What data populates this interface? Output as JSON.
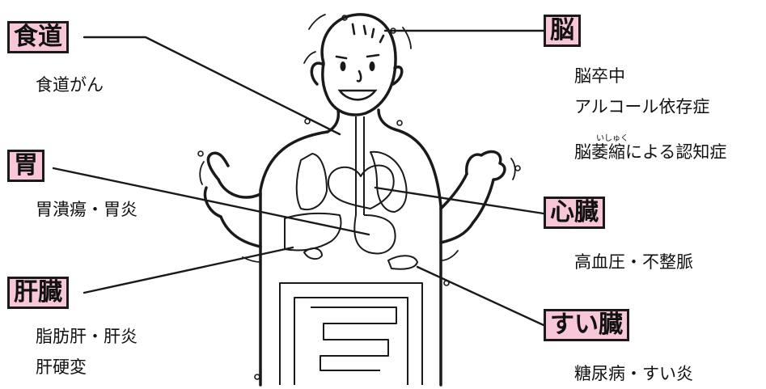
{
  "colors": {
    "label_fill": "#f7c6d8",
    "ink": "#1a1a1a",
    "background": "#ffffff"
  },
  "organs": {
    "esophagus": {
      "label": "食道",
      "diseases": [
        "食道がん"
      ]
    },
    "stomach": {
      "label": "胃",
      "diseases": [
        "胃潰瘍・胃炎"
      ]
    },
    "liver": {
      "label": "肝臓",
      "diseases": [
        "脂肪肝・肝炎",
        "肝硬変"
      ]
    },
    "brain": {
      "label": "脳",
      "diseases": [
        "脳卒中",
        "アルコール依存症",
        "脳萎縮による認知症"
      ],
      "ruby": "いしゅく"
    },
    "heart": {
      "label": "心臓",
      "diseases": [
        "高血圧・不整脈"
      ]
    },
    "pancreas": {
      "label": "すい臓",
      "diseases": [
        "糖尿病・すい炎"
      ]
    }
  }
}
